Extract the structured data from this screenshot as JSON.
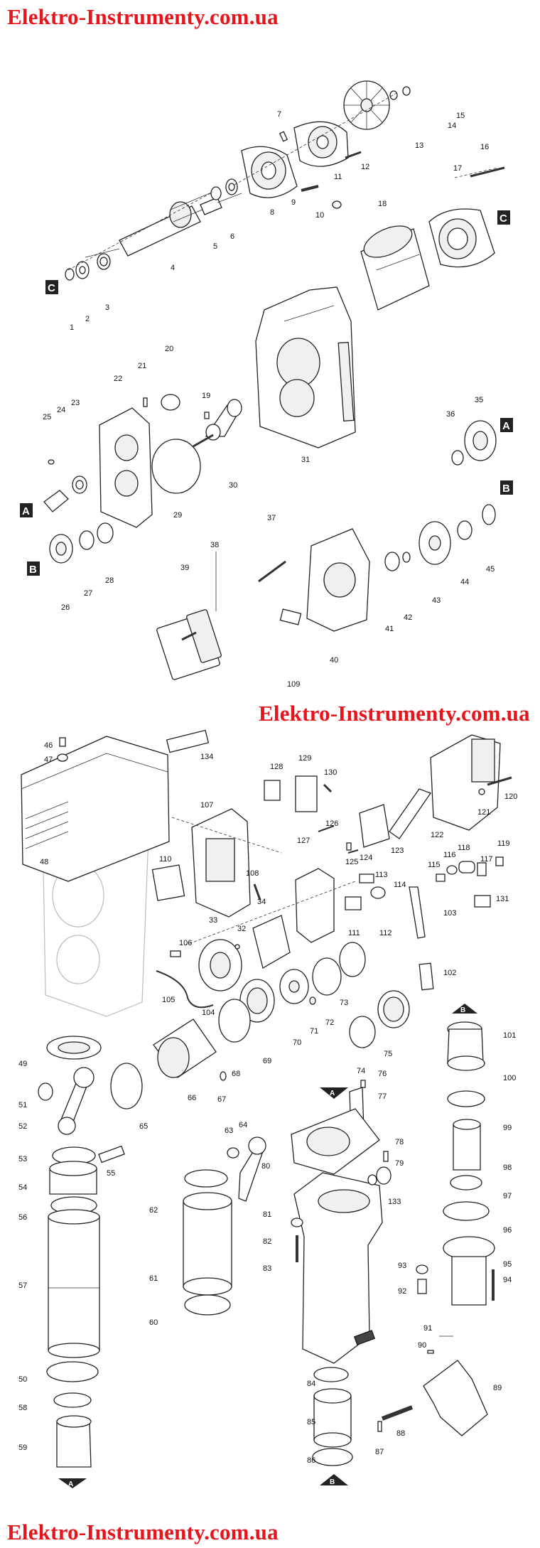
{
  "watermarks": {
    "top": "Elektro-Instrumenty.com.ua",
    "middle": "Elektro-Instrumenty.com.ua",
    "bottom": "Elektro-Instrumenty.com.ua"
  },
  "colors": {
    "watermark": "#e8141c",
    "line": "#222222",
    "ghost": "#bbbbbb"
  },
  "markers": {
    "A": "A",
    "B": "B",
    "C": "C"
  },
  "part_numbers": [
    "1",
    "2",
    "3",
    "4",
    "5",
    "6",
    "7",
    "8",
    "9",
    "10",
    "11",
    "12",
    "13",
    "14",
    "15",
    "16",
    "17",
    "18",
    "19",
    "20",
    "21",
    "22",
    "23",
    "24",
    "25",
    "26",
    "27",
    "28",
    "29",
    "30",
    "31",
    "35",
    "36",
    "37",
    "38",
    "39",
    "40",
    "41",
    "42",
    "43",
    "44",
    "45",
    "109",
    "46",
    "47",
    "48",
    "134",
    "128",
    "129",
    "130",
    "107",
    "110",
    "106",
    "108",
    "33",
    "34",
    "32",
    "105",
    "104",
    "68",
    "69",
    "70",
    "71",
    "72",
    "73",
    "66",
    "67",
    "65",
    "75",
    "74",
    "76",
    "77",
    "49",
    "51",
    "52",
    "53",
    "54",
    "55",
    "56",
    "57",
    "50",
    "58",
    "59",
    "63",
    "64",
    "62",
    "61",
    "60",
    "80",
    "81",
    "82",
    "83",
    "84",
    "85",
    "86",
    "87",
    "88",
    "78",
    "79",
    "133",
    "122",
    "120",
    "121",
    "123",
    "127",
    "126",
    "125",
    "124",
    "113",
    "114",
    "111",
    "112",
    "103",
    "102",
    "115",
    "116",
    "118",
    "117",
    "119",
    "131",
    "101",
    "100",
    "99",
    "98",
    "97",
    "96",
    "95",
    "94",
    "93",
    "92",
    "91",
    "90",
    "89"
  ]
}
